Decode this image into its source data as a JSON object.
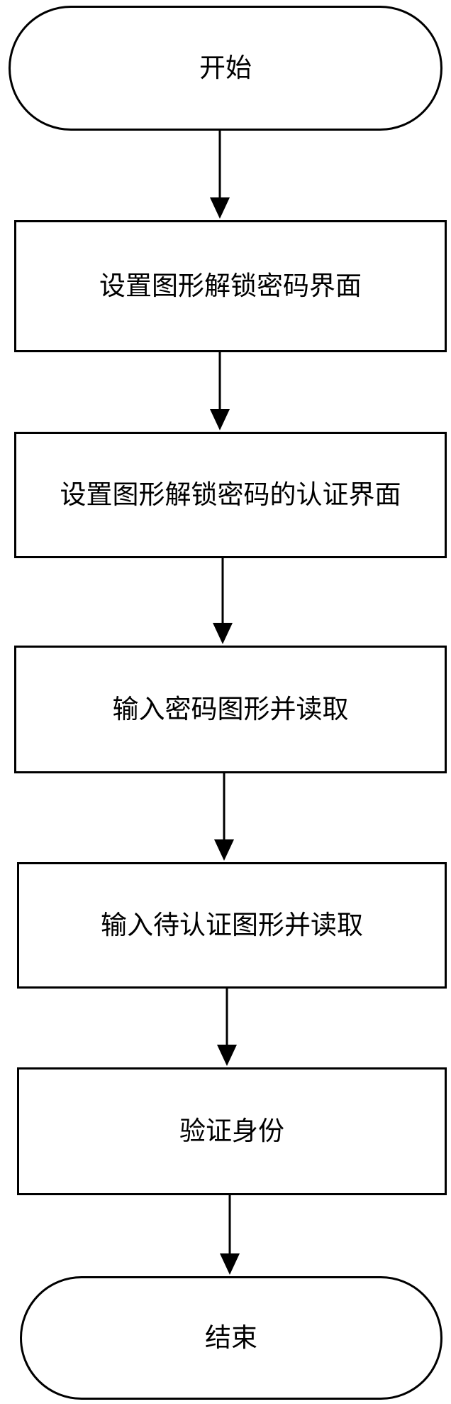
{
  "diagram": {
    "type": "flowchart",
    "nodes": [
      {
        "id": "start",
        "shape": "terminal",
        "label": "开始"
      },
      {
        "id": "step-1",
        "shape": "process",
        "label": "设置图形解锁密码界面"
      },
      {
        "id": "step-2",
        "shape": "process",
        "label": "设置图形解锁密码的认证界面"
      },
      {
        "id": "step-3",
        "shape": "process",
        "label": "输入密码图形并读取"
      },
      {
        "id": "step-4",
        "shape": "process",
        "label": "输入待认证图形并读取"
      },
      {
        "id": "step-5",
        "shape": "process",
        "label": "验证身份"
      },
      {
        "id": "end",
        "shape": "terminal",
        "label": "结束"
      }
    ],
    "edges": [
      {
        "from": "start",
        "to": "step-1"
      },
      {
        "from": "step-1",
        "to": "step-2"
      },
      {
        "from": "step-2",
        "to": "step-3"
      },
      {
        "from": "step-3",
        "to": "step-4"
      },
      {
        "from": "step-4",
        "to": "step-5"
      },
      {
        "from": "step-5",
        "to": "end"
      }
    ],
    "colors": {
      "stroke": "#000000",
      "fill": "#ffffff",
      "text": "#000000"
    }
  }
}
